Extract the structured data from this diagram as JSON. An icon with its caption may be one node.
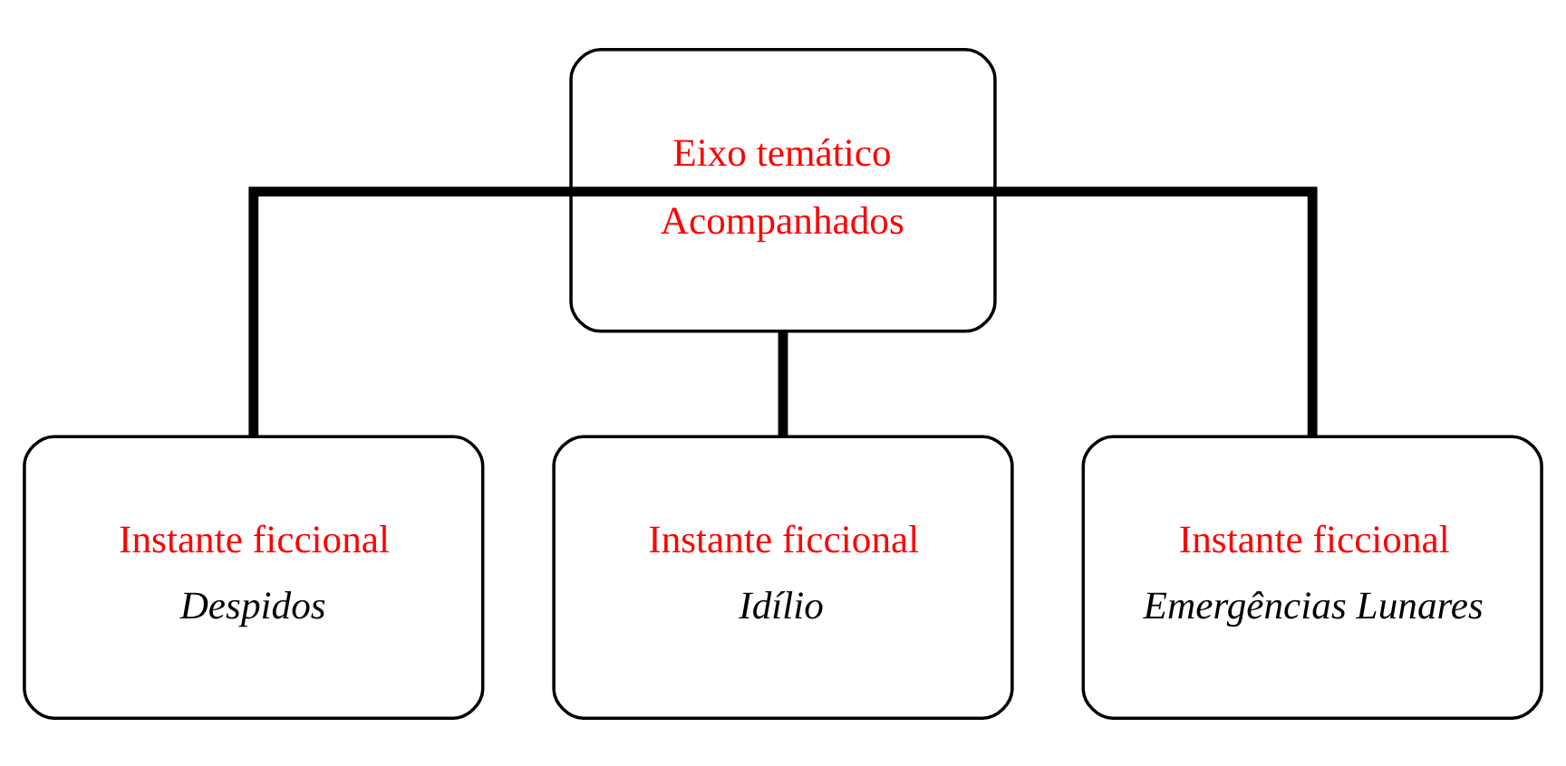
{
  "diagram": {
    "nodes": [
      {
        "text": [
          "Eixo temático",
          "Acompanhados"
        ]
      },
      {
        "text": [
          "Instante ficcional",
          "Despidos"
        ]
      },
      {
        "text": [
          "Instante ficcional",
          "Idílio"
        ]
      },
      {
        "text": [
          "Instante ficcional",
          "Emergências Lunares"
        ]
      }
    ],
    "edges": [
      {
        "from": 0,
        "to": 1,
        "arrow": "none"
      },
      {
        "from": 0,
        "to": 2,
        "arrow": "none"
      },
      {
        "from": 0,
        "to": 3,
        "arrow": "none"
      }
    ]
  }
}
